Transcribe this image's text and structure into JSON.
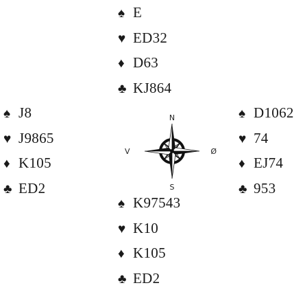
{
  "icons": {
    "spade": "♠",
    "heart": "♥",
    "diamond": "♦",
    "club": "♣",
    "compass": "compass-rose-icon"
  },
  "hands": {
    "north": {
      "spades": "E",
      "hearts": "ED32",
      "diamonds": "D63",
      "clubs": "KJ864"
    },
    "west": {
      "spades": "J8",
      "hearts": "J9865",
      "diamonds": "K105",
      "clubs": "ED2"
    },
    "east": {
      "spades": "D1062",
      "hearts": "74",
      "diamonds": "EJ74",
      "clubs": "953"
    },
    "south": {
      "spades": "K97543",
      "hearts": "K10",
      "diamonds": "K105",
      "clubs": "ED2"
    }
  },
  "compass": {
    "north": "N",
    "south": "S",
    "west": "V",
    "east": "Ø"
  },
  "colors": {
    "ink": "#1a1a1a"
  }
}
